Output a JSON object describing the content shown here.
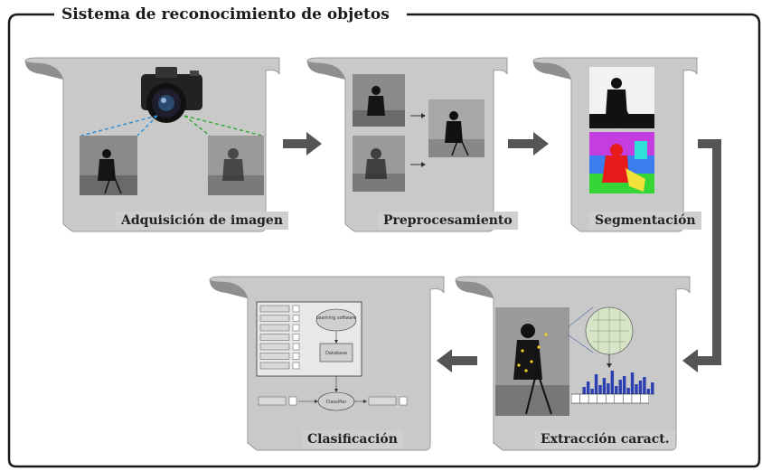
{
  "diagram": {
    "title": "Sistema de reconocimiento de objetos",
    "stages": [
      {
        "id": "acquisition",
        "label": "Adquisición de imagen"
      },
      {
        "id": "preprocessing",
        "label": "Preprocesamiento"
      },
      {
        "id": "segmentation",
        "label": "Segmentación"
      },
      {
        "id": "feature-extraction",
        "label": "Extracción caract."
      },
      {
        "id": "classification",
        "label": "Clasificación"
      }
    ],
    "flow": [
      "acquisition",
      "preprocessing",
      "segmentation",
      "feature-extraction",
      "classification"
    ],
    "classifier_module": {
      "learning_label": "Learning software",
      "database_label": "Database",
      "classifier_label": "Classifier"
    },
    "colors": {
      "scroll_fill": "#c9c9c9",
      "scroll_fold": "#8f8f8f",
      "arrow": "#555555",
      "frame": "#1a1a1a",
      "line_blue": "#2e8fd6",
      "line_green": "#3aa83a"
    },
    "icons": [
      "camera-icon",
      "photo-thumbnail",
      "histogram-chart"
    ]
  }
}
